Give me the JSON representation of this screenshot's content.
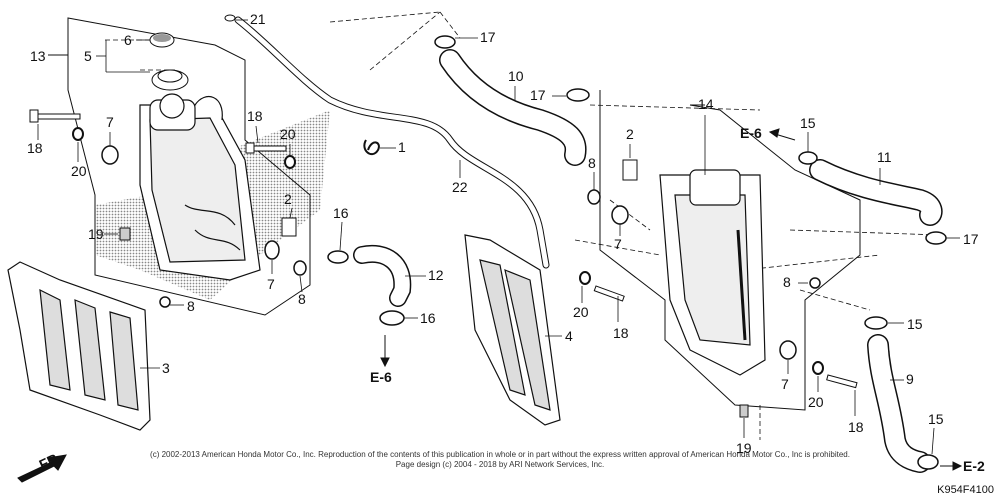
{
  "callouts": [
    {
      "id": "c21a",
      "text": "21"
    },
    {
      "id": "c6",
      "text": "6"
    },
    {
      "id": "c5",
      "text": "5"
    },
    {
      "id": "c13",
      "text": "13"
    },
    {
      "id": "c18a",
      "text": "18"
    },
    {
      "id": "c20a",
      "text": "20"
    },
    {
      "id": "c7a",
      "text": "7"
    },
    {
      "id": "c18b",
      "text": "18"
    },
    {
      "id": "c20b",
      "text": "20"
    },
    {
      "id": "c2a",
      "text": "2"
    },
    {
      "id": "c19a",
      "text": "19"
    },
    {
      "id": "c7b",
      "text": "7"
    },
    {
      "id": "c8a",
      "text": "8"
    },
    {
      "id": "c8b",
      "text": "8"
    },
    {
      "id": "c16a",
      "text": "16"
    },
    {
      "id": "c12",
      "text": "12"
    },
    {
      "id": "c16b",
      "text": "16"
    },
    {
      "id": "c1",
      "text": "1"
    },
    {
      "id": "c22",
      "text": "22"
    },
    {
      "id": "c3",
      "text": "3"
    },
    {
      "id": "c4",
      "text": "4"
    },
    {
      "id": "c17a",
      "text": "17"
    },
    {
      "id": "c10",
      "text": "10"
    },
    {
      "id": "c17b",
      "text": "17"
    },
    {
      "id": "c14",
      "text": "14"
    },
    {
      "id": "c2b",
      "text": "2"
    },
    {
      "id": "c8c",
      "text": "8"
    },
    {
      "id": "c7c",
      "text": "7"
    },
    {
      "id": "c20c",
      "text": "20"
    },
    {
      "id": "c18c",
      "text": "18"
    },
    {
      "id": "c15a",
      "text": "15"
    },
    {
      "id": "c11",
      "text": "11"
    },
    {
      "id": "c17c",
      "text": "17"
    },
    {
      "id": "c8d",
      "text": "8"
    },
    {
      "id": "c15b",
      "text": "15"
    },
    {
      "id": "c9",
      "text": "9"
    },
    {
      "id": "c7d",
      "text": "7"
    },
    {
      "id": "c20d",
      "text": "20"
    },
    {
      "id": "c18d",
      "text": "18"
    },
    {
      "id": "c19b",
      "text": "19"
    },
    {
      "id": "c15c",
      "text": "15"
    }
  ],
  "references": {
    "e6_top": "E-6",
    "e6_bottom": "E-6",
    "e2": "E-2",
    "front": "FR."
  },
  "copyright_line1": "(c) 2002-2013 American Honda Motor Co., Inc. Reproduction of the contents of this publication in whole or in part without the express written approval of American Honda Motor Co., Inc is prohibited.",
  "copyright_line2": "Page design (c) 2004 - 2018 by ARI Network Services, Inc.",
  "diagram_code": "K954F4100",
  "colors": {
    "ink": "#111111",
    "shade": "#b8b8b8",
    "background": "#ffffff"
  }
}
